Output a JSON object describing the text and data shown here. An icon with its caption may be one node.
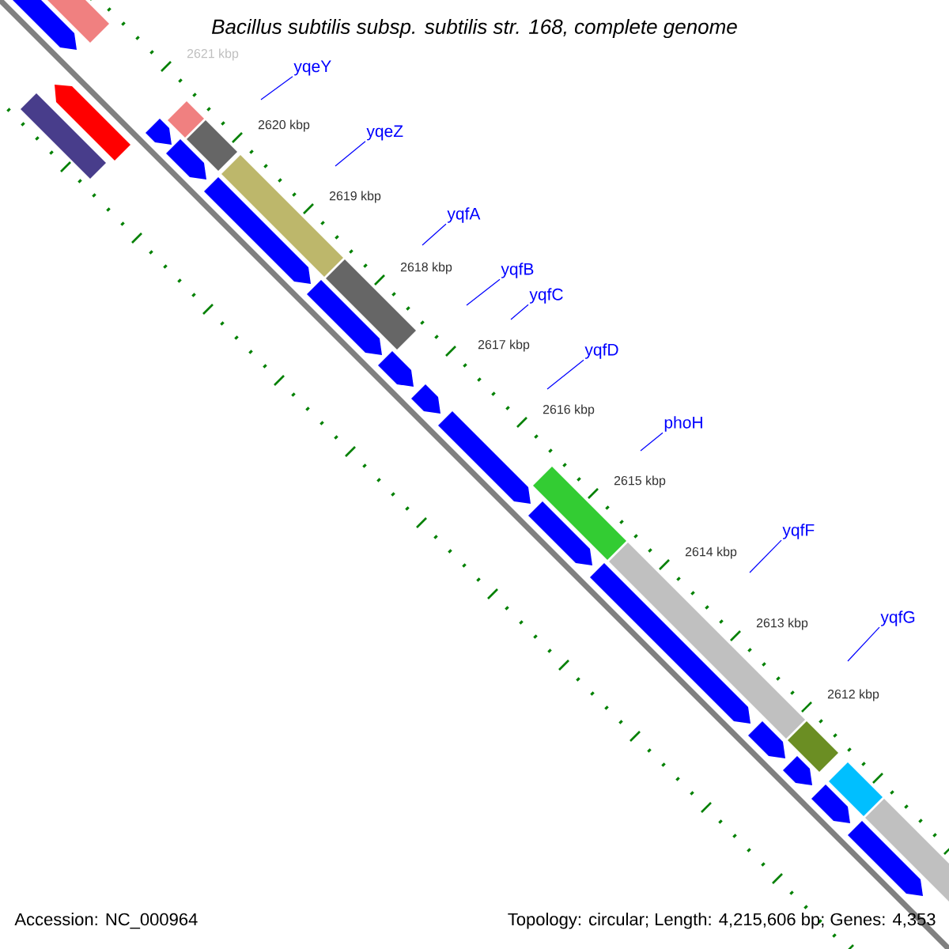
{
  "diagram": {
    "title": "Bacillus subtilis subsp. subtilis str. 168, complete genome",
    "nodes": [
      {
        "text": [
          "yqeY"
        ]
      },
      {
        "text": [
          "yqeZ"
        ]
      },
      {
        "text": [
          "yqfA"
        ]
      },
      {
        "text": [
          "yqfB"
        ]
      },
      {
        "text": [
          "yqfC"
        ]
      },
      {
        "text": [
          "yqfD"
        ]
      },
      {
        "text": [
          "phoH"
        ]
      },
      {
        "text": [
          "yqfF"
        ]
      },
      {
        "text": [
          "yqfG"
        ]
      }
    ],
    "edges": [
      {
        "from": 0,
        "to": null,
        "arrow": "none"
      },
      {
        "from": 1,
        "to": null,
        "arrow": "none"
      },
      {
        "from": 2,
        "to": null,
        "arrow": "none"
      },
      {
        "from": 3,
        "to": null,
        "arrow": "none"
      },
      {
        "from": 4,
        "to": null,
        "arrow": "none"
      },
      {
        "from": 5,
        "to": null,
        "arrow": "none"
      },
      {
        "from": 6,
        "to": null,
        "arrow": "none"
      },
      {
        "from": 7,
        "to": null,
        "arrow": "none"
      },
      {
        "from": 8,
        "to": null,
        "arrow": "none"
      }
    ],
    "labels": [
      "2621 kbp",
      "2620 kbp",
      "2619 kbp",
      "2618 kbp",
      "2617 kbp",
      "2616 kbp",
      "2615 kbp",
      "2614 kbp",
      "2613 kbp",
      "2612 kbp",
      "Accession: NC_000964",
      "Topology: circular; Length: 4,215,606 bp; Genes: 4,353"
    ]
  }
}
